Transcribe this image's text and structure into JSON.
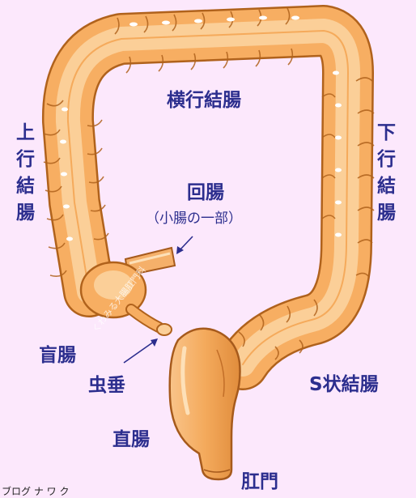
{
  "labels": {
    "transverse_colon": "横行結腸",
    "ascending_colon": "上行結腸",
    "descending_colon": "下行結腸",
    "ileum": "回腸",
    "ileum_note": "（小腸の一部）",
    "cecum": "盲腸",
    "appendix": "虫垂",
    "sigmoid_colon": "S状結腸",
    "rectum": "直腸",
    "anus": "肛門"
  },
  "watermark": "くわみる大腸肛門科",
  "footer": "ブログ ナ ワ ク",
  "colors": {
    "background": "#fce8fc",
    "label": "#2c2e8e",
    "colon_fill": "#f7ae62",
    "colon_outline": "#b0621c",
    "rectum_fill": "#f5b26c"
  }
}
